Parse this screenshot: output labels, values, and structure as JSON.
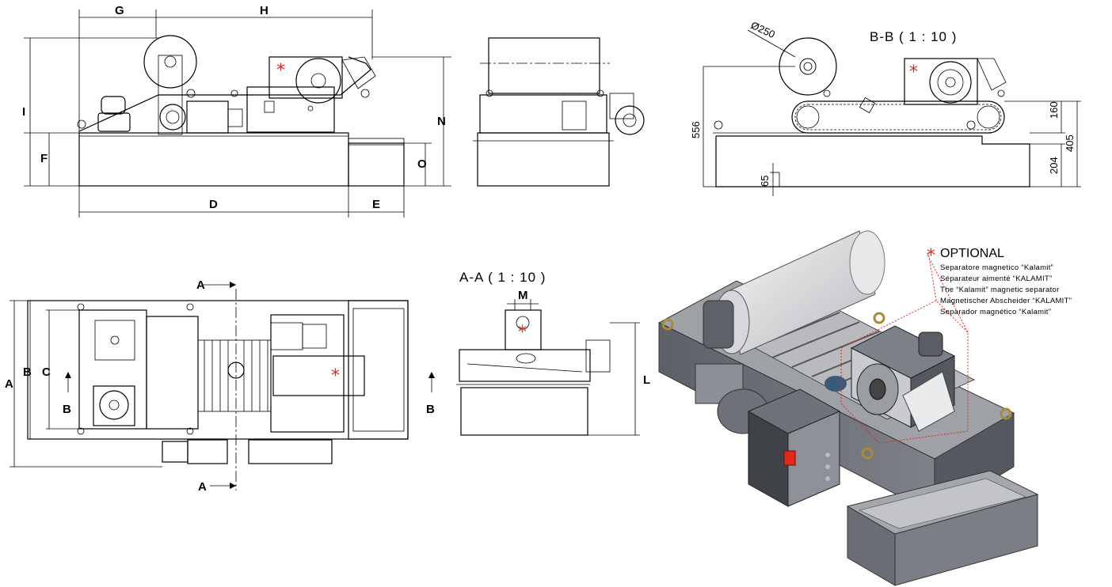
{
  "views": {
    "front": {
      "dims": {
        "G": "G",
        "H": "H",
        "I": "I",
        "F": "F",
        "N": "N",
        "O": "O",
        "D": "D",
        "E": "E"
      }
    },
    "section_bb": {
      "title": "B-B  ( 1 : 10 )",
      "dims": {
        "dia": "Ø250",
        "h556": "556",
        "h160": "160",
        "h405": "405",
        "h204": "204",
        "h65": "65"
      }
    },
    "top": {
      "dims": {
        "A": "A",
        "B": "B",
        "C": "C"
      },
      "cuts": {
        "a_top": "A",
        "a_bottom": "A",
        "b_left": "B",
        "b_right": "B"
      }
    },
    "section_aa": {
      "title": "A-A  ( 1 : 10 )",
      "dims": {
        "M": "M",
        "L": "L"
      }
    }
  },
  "optional": {
    "star": "*",
    "title": "OPTIONAL",
    "lines": [
      "Separatore magnetico “Kalamit”",
      "Séparateur aimenté “KALAMIT”",
      "The “Kalamit” magnetic separator",
      "Magnetischer Abscheider “KALAMIT”",
      "Separador magnético “Kalamit”"
    ]
  },
  "colors": {
    "accent": "#e3281e",
    "line": "#000000",
    "metal": "#8a8d93"
  }
}
